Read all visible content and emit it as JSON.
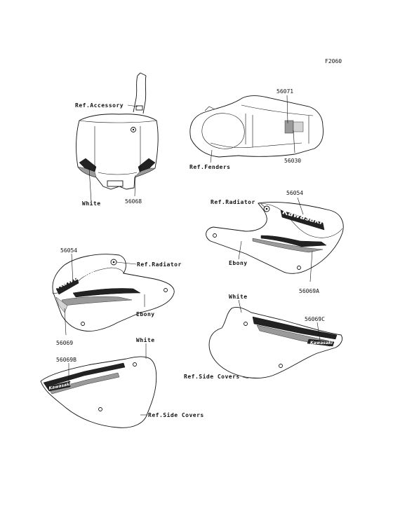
{
  "figure_code": "F2060",
  "labels": {
    "ref_accessory": "Ref.Accessory",
    "part_56068": "56068",
    "white_numberplate": "White",
    "part_56071": "56071",
    "part_56030": "56030",
    "ref_fenders": "Ref.Fenders",
    "part_56054_right": "56054",
    "ref_radiator_right": "Ref.Radiator",
    "ebony_right": "Ebony",
    "part_56069a": "56069A",
    "part_56054_left": "56054",
    "ref_radiator_left": "Ref.Radiator",
    "ebony_left": "Ebony",
    "part_56069": "56069",
    "white_sidecover_right": "White",
    "part_56069c": "56069C",
    "ref_side_covers_right": "Ref.Side Covers",
    "white_sidecover_left": "White",
    "part_56069b": "56069B",
    "ref_side_covers_left": "Ref.Side Covers"
  },
  "brand": {
    "logo_text": "Kawasaki",
    "small_logo_text": "Kawasaki"
  }
}
